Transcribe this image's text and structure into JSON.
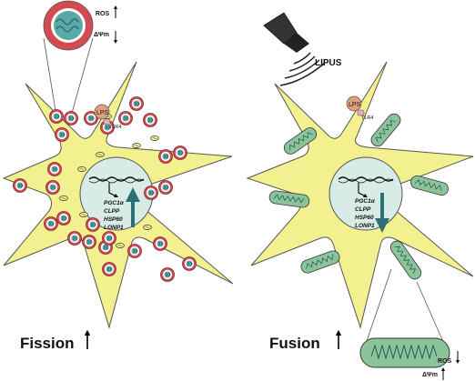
{
  "left_panel": {
    "ros_label": "ROS",
    "ros_trend": "up",
    "membrane_label": "ΔΨm",
    "membrane_trend": "down",
    "receptor_ligand": "LPS",
    "receptor": "TLR4",
    "genes": [
      "PGC1α",
      "CLPP",
      "HSP60",
      "LONP1"
    ],
    "genes_trend": "up",
    "process_label": "Fission",
    "process_trend": "up"
  },
  "right_panel": {
    "stimulus_label": "LIPUS",
    "receptor_ligand": "LPS",
    "receptor": "TLR4",
    "genes": [
      "PGC1α",
      "CLPP",
      "HSP60",
      "LONP1"
    ],
    "genes_trend": "down",
    "process_label": "Fusion",
    "process_trend": "up",
    "ros_label": "ROS",
    "ros_trend": "down",
    "membrane_label": "ΔΨm",
    "membrane_trend": "up"
  },
  "colors": {
    "cell_fill": "#f3f18f",
    "nucleus_fill": "#d7ece6",
    "fission_mito_outer": "#d24b52",
    "fission_mito_inner": "#5aa9a8",
    "fusion_mito_fill": "#8cc49a",
    "arrow_teal": "#2d6f72",
    "lps_fill": "#e0a07e",
    "receptor_fill": "#e7a9c1"
  }
}
